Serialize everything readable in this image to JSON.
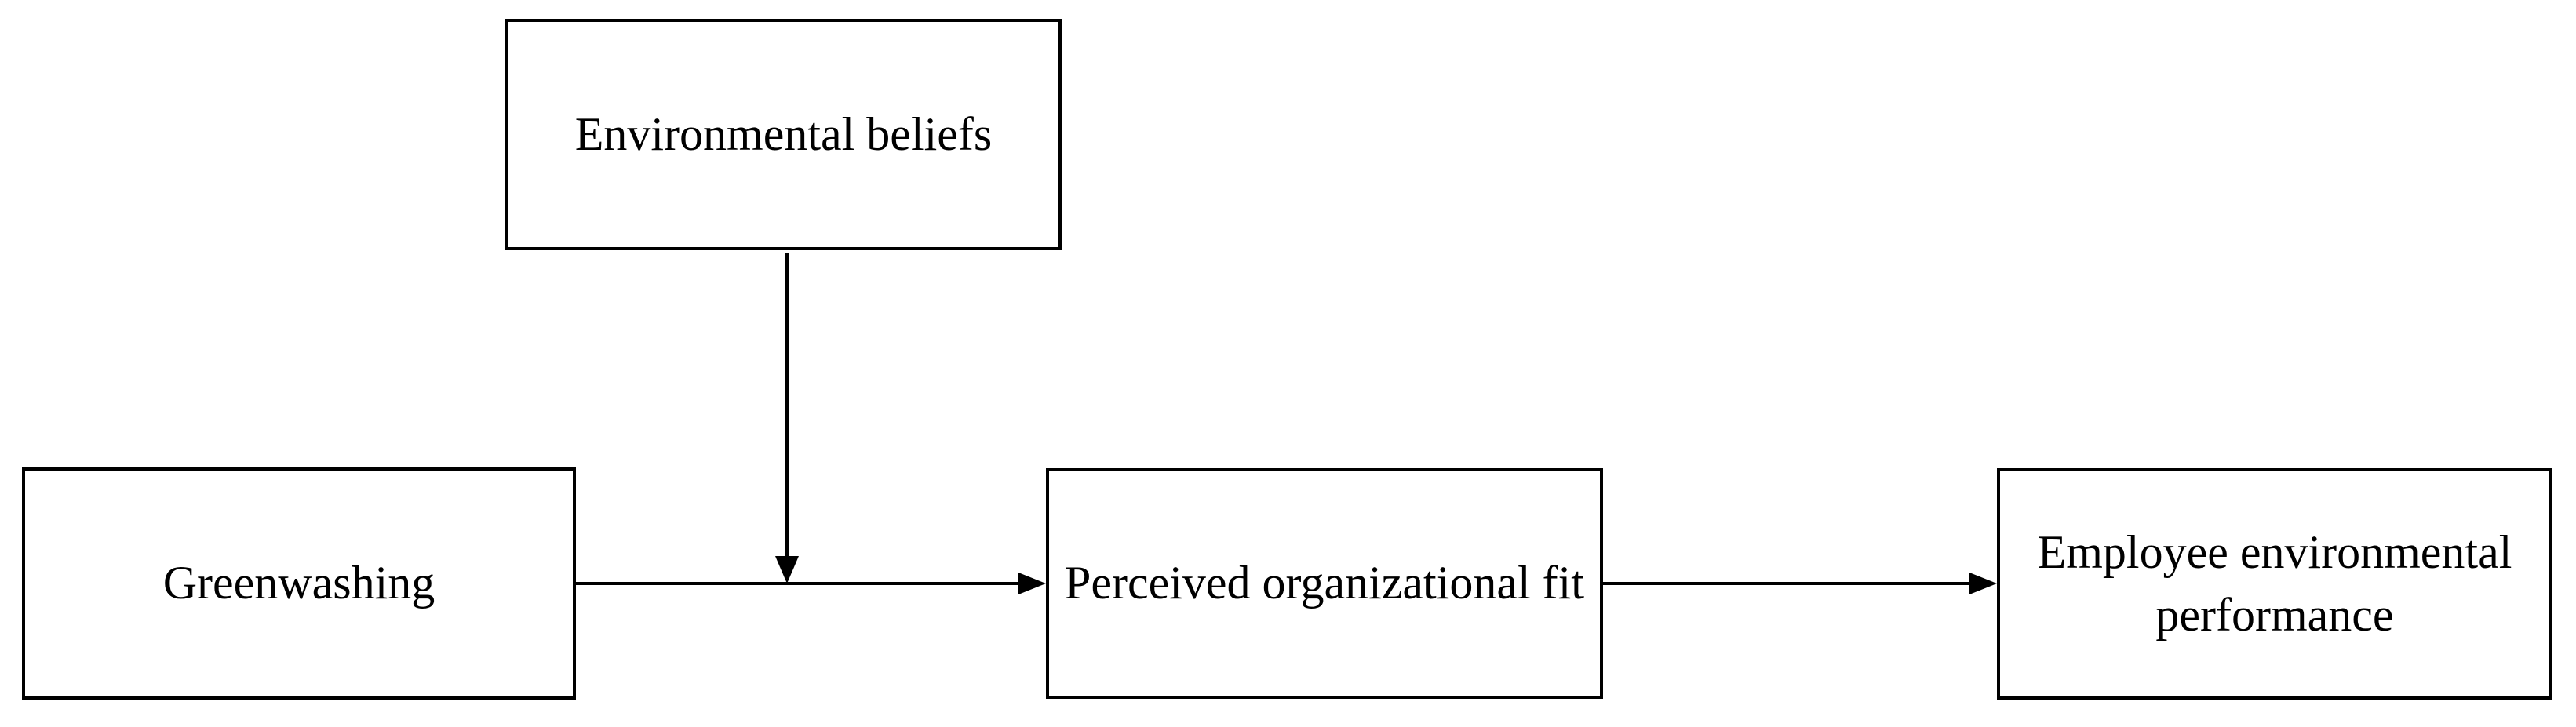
{
  "diagram": {
    "background_color": "#ffffff",
    "stroke_color": "#000000",
    "text_color": "#000000",
    "nodes": [
      {
        "id": "environmental-beliefs",
        "label": "Environmental beliefs"
      },
      {
        "id": "greenwashing",
        "label": "Greenwashing"
      },
      {
        "id": "perceived-organizational-fit",
        "label": "Perceived organizational fit"
      },
      {
        "id": "employee-environmental-performance",
        "label": "Employee environmental performance"
      }
    ],
    "edges": [
      {
        "from": "greenwashing",
        "to": "perceived-organizational-fit",
        "style": "solid-arrow"
      },
      {
        "from": "environmental-beliefs",
        "to": "edge greenwashing-to-perceived-organizational-fit",
        "style": "solid-arrow"
      },
      {
        "from": "perceived-organizational-fit",
        "to": "employee-environmental-performance",
        "style": "solid-arrow"
      }
    ]
  }
}
